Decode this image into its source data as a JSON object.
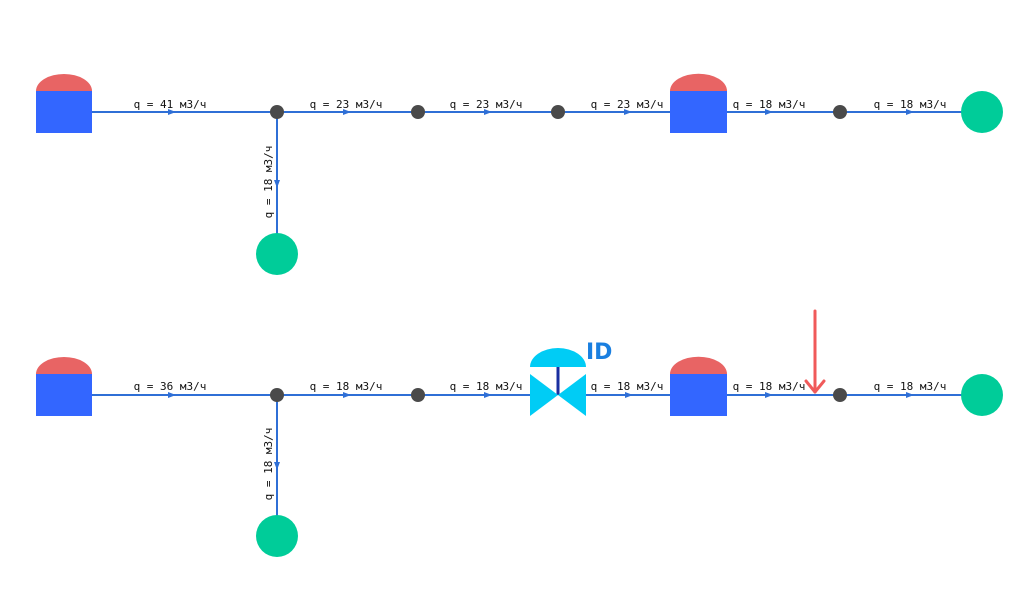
{
  "colors": {
    "pipe": "#2f6fd6",
    "pipe_arrow": "#2f6fd6",
    "tank_body": "#3366ff",
    "tank_dome": "#e86464",
    "node": "#4a4a4a",
    "consumer": "#00cc99",
    "valve_body": "#00ccf5",
    "valve_stem": "#1a2fa0",
    "id_label": "#1a7fe0",
    "marker_arrow": "#f05a5a"
  },
  "icons": {
    "tank": "tank-icon",
    "node": "junction-node-icon",
    "consumer": "consumer-icon",
    "valve": "valve-icon",
    "marker": "arrow-down-icon"
  },
  "scheme_top": {
    "flows": {
      "main_1": "q = 41 м3/ч",
      "main_2": "q = 23 м3/ч",
      "main_3": "q = 23 м3/ч",
      "main_4": "q = 23 м3/ч",
      "main_5": "q = 18 м3/ч",
      "main_6": "q = 18 м3/ч",
      "branch": "q = 18 м3/ч"
    }
  },
  "scheme_bottom": {
    "valve_label": "ID",
    "flows": {
      "main_1": "q = 36 м3/ч",
      "main_2": "q = 18 м3/ч",
      "main_3": "q = 18 м3/ч",
      "main_4": "q = 18 м3/ч",
      "main_5": "q = 18 м3/ч",
      "main_6": "q = 18 м3/ч",
      "branch": "q = 18 м3/ч"
    }
  }
}
